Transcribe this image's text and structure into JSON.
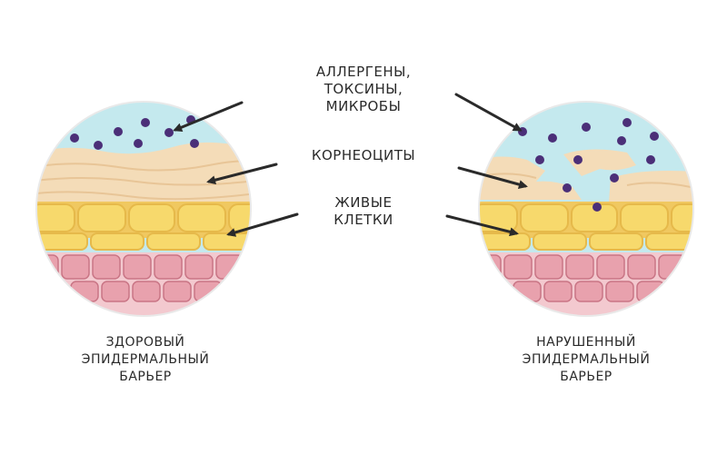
{
  "labels": {
    "allergens": [
      "АЛЛЕРГЕНЫ,",
      "ТОКСИНЫ,",
      "МИКРОБЫ"
    ],
    "corneocytes": "КОРНЕОЦИТЫ",
    "live_cells": [
      "ЖИВЫЕ",
      "КЛЕТКИ"
    ]
  },
  "captions": {
    "healthy": [
      "ЗДОРОВЫЙ",
      "ЭПИДЕРМАЛЬНЫЙ",
      "БАРЬЕР"
    ],
    "damaged": [
      "НАРУШЕННЫЙ",
      "ЭПИДЕРМАЛЬНЫЙ",
      "БАРЬЕР"
    ]
  },
  "colors": {
    "sky": "#c4e9ee",
    "corneum": "#f4dcb8",
    "corneum_dark": "#e8c597",
    "living_cell": "#f7d96c",
    "living_cell_edge": "#e6b94a",
    "basal_cell": "#e8a1ad",
    "basal_cell_edge": "#c97585",
    "microbe": "#4b2f78",
    "arrow": "#2a2a2a"
  }
}
